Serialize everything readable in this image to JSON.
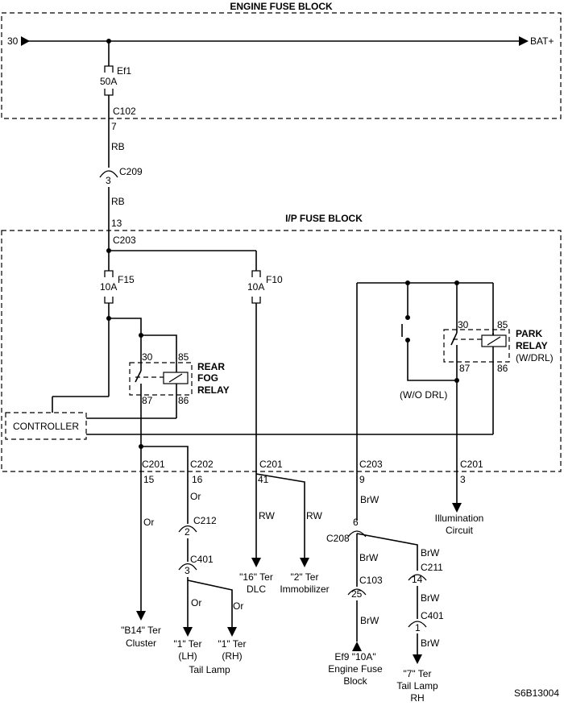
{
  "blocks": {
    "engine_fuse_block": "ENGINE FUSE BLOCK",
    "ip_fuse_block": "I/P FUSE BLOCK"
  },
  "terminals": {
    "t30": "30",
    "bat": "BAT+"
  },
  "fuses": {
    "ef1": {
      "name": "Ef1",
      "rating": "50A"
    },
    "f15": {
      "name": "F15",
      "rating": "10A"
    },
    "f10": {
      "name": "F10",
      "rating": "10A"
    }
  },
  "connectors": {
    "c102": "C102",
    "c209": "C209",
    "c203_top": "C203",
    "c201_a": "C201",
    "c202": "C202",
    "c201_b": "C201",
    "c203_bot": "C203",
    "c201_c": "C201",
    "c212": "C212",
    "c401_a": "C401",
    "c208": "C208",
    "c103": "C103",
    "c211": "C211",
    "c401_b": "C401"
  },
  "pins": {
    "p7": "7",
    "p3": "3",
    "p13": "13",
    "p15": "15",
    "p16": "16",
    "p41": "41",
    "p9": "9",
    "p3b": "3",
    "p2": "2",
    "p3c": "3",
    "p6": "6",
    "p25": "25",
    "p14": "14",
    "p1": "1"
  },
  "wire_colors": {
    "rb1": "RB",
    "rb2": "RB",
    "or1": "Or",
    "or2": "Or",
    "or3": "Or",
    "or4": "Or",
    "rw1": "RW",
    "rw2": "RW",
    "brw1": "BrW",
    "brw2": "BrW",
    "brw3": "BrW",
    "brw4": "BrW",
    "brw5": "BrW",
    "brw6": "BrW"
  },
  "relays": {
    "rear_fog": {
      "line1": "REAR",
      "line2": "FOG",
      "line3": "RELAY",
      "pin30": "30",
      "pin85": "85",
      "pin87": "87",
      "pin86": "86"
    },
    "park": {
      "line1": "PARK",
      "line2": "RELAY",
      "line3": "(W/DRL)",
      "pin30": "30",
      "pin85": "85",
      "pin87": "87",
      "pin86": "86"
    }
  },
  "controller": "CONTROLLER",
  "wo_drl": "(W/O DRL)",
  "destinations": {
    "cluster": [
      "\"B14\" Ter",
      "Cluster"
    ],
    "tail_lh": [
      "\"1\" Ter",
      "(LH)"
    ],
    "tail_rh": [
      "\"1\" Ter",
      "(RH)"
    ],
    "tail_lamp": "Tail Lamp",
    "dlc": [
      "\"16\" Ter",
      "DLC"
    ],
    "immobilizer": [
      "\"2\" Ter",
      "Immobilizer"
    ],
    "illumination": [
      "Illumination",
      "Circuit"
    ],
    "ef9": [
      "Ef9 \"10A\"",
      "Engine Fuse",
      "Block"
    ],
    "tail_lamp_rh": [
      "\"7\" Ter",
      "Tail Lamp",
      "RH"
    ]
  },
  "figure_code": "S6B13004"
}
